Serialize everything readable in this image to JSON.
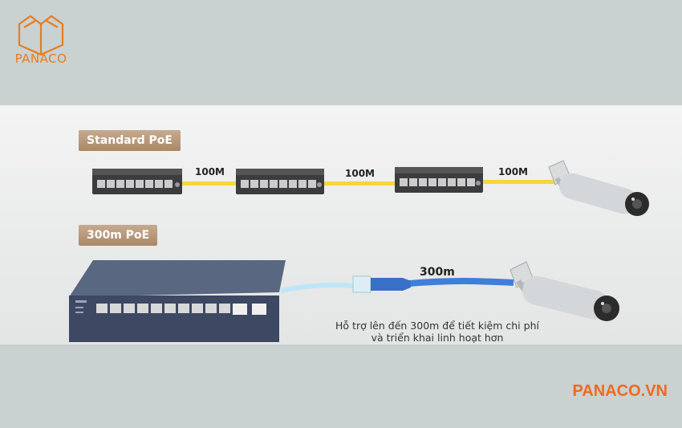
{
  "brand": {
    "logo_text": "PANACO",
    "website": "PANACO.VN",
    "accent_color": "#e67e22"
  },
  "standard_poe": {
    "label": "Standard PoE",
    "segments": [
      "100M",
      "100M",
      "100M"
    ]
  },
  "long_poe": {
    "label": "300m PoE",
    "distance": "300m",
    "caption_line1": "Hỗ trợ lên đến 300m để tiết kiệm chi phí",
    "caption_line2": "và triển khai linh hoạt hơn"
  },
  "icons": [
    "logo-book-icon",
    "switch-icon",
    "camera-icon",
    "ethernet-plug-icon"
  ]
}
